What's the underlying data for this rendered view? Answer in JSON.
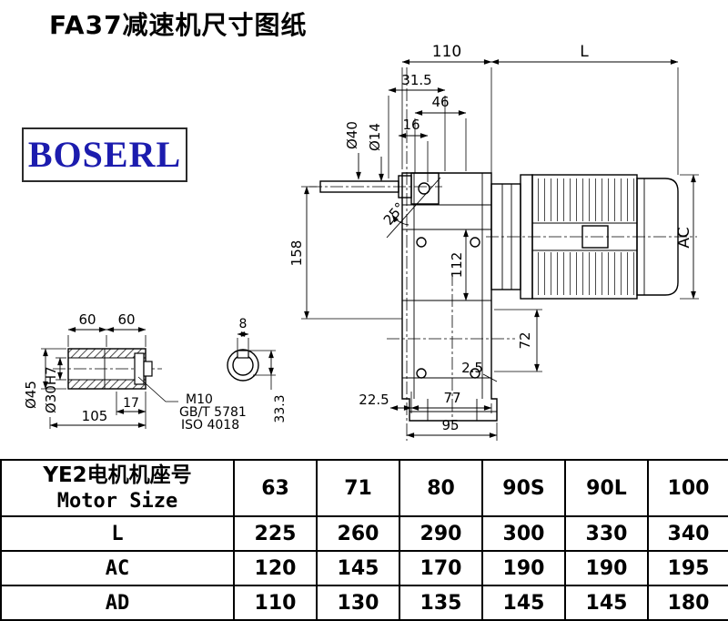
{
  "page": {
    "title": "FA37减速机尺寸图纸",
    "logo_text": "BOSERL"
  },
  "drawing": {
    "main_view": {
      "dim_110": "110",
      "dim_L": "L",
      "dim_31_5": "31.5",
      "dim_46": "46",
      "dim_16": "16",
      "dim_d40": "Ø40",
      "dim_d14": "Ø14",
      "dim_25deg": "25°",
      "dim_158": "158",
      "dim_112": "112",
      "dim_AC": "AC",
      "dim_72": "72",
      "dim_2_5": "2.5",
      "dim_22_5": "22.5",
      "dim_77": "77",
      "dim_95": "95"
    },
    "shaft_detail": {
      "dim_60_left": "60",
      "dim_60_right": "60",
      "dim_8": "8",
      "dim_d45": "Ø45",
      "dim_d30h7": "Ø30H7",
      "dim_17": "17",
      "dim_105": "105",
      "dim_33_3": "33.3",
      "note_m10": "M10",
      "note_gb": "GB/T 5781",
      "note_iso": "ISO 4018"
    }
  },
  "table": {
    "header": {
      "label_cn": "YE2电机机座号",
      "label_en": "Motor Size",
      "values": [
        "63",
        "71",
        "80",
        "90S",
        "90L",
        "100"
      ]
    },
    "rows": [
      {
        "label": "L",
        "values": [
          "225",
          "260",
          "290",
          "300",
          "330",
          "340"
        ]
      },
      {
        "label": "AC",
        "values": [
          "120",
          "145",
          "170",
          "190",
          "190",
          "195"
        ]
      },
      {
        "label": "AD",
        "values": [
          "110",
          "130",
          "135",
          "145",
          "145",
          "180"
        ]
      }
    ]
  }
}
